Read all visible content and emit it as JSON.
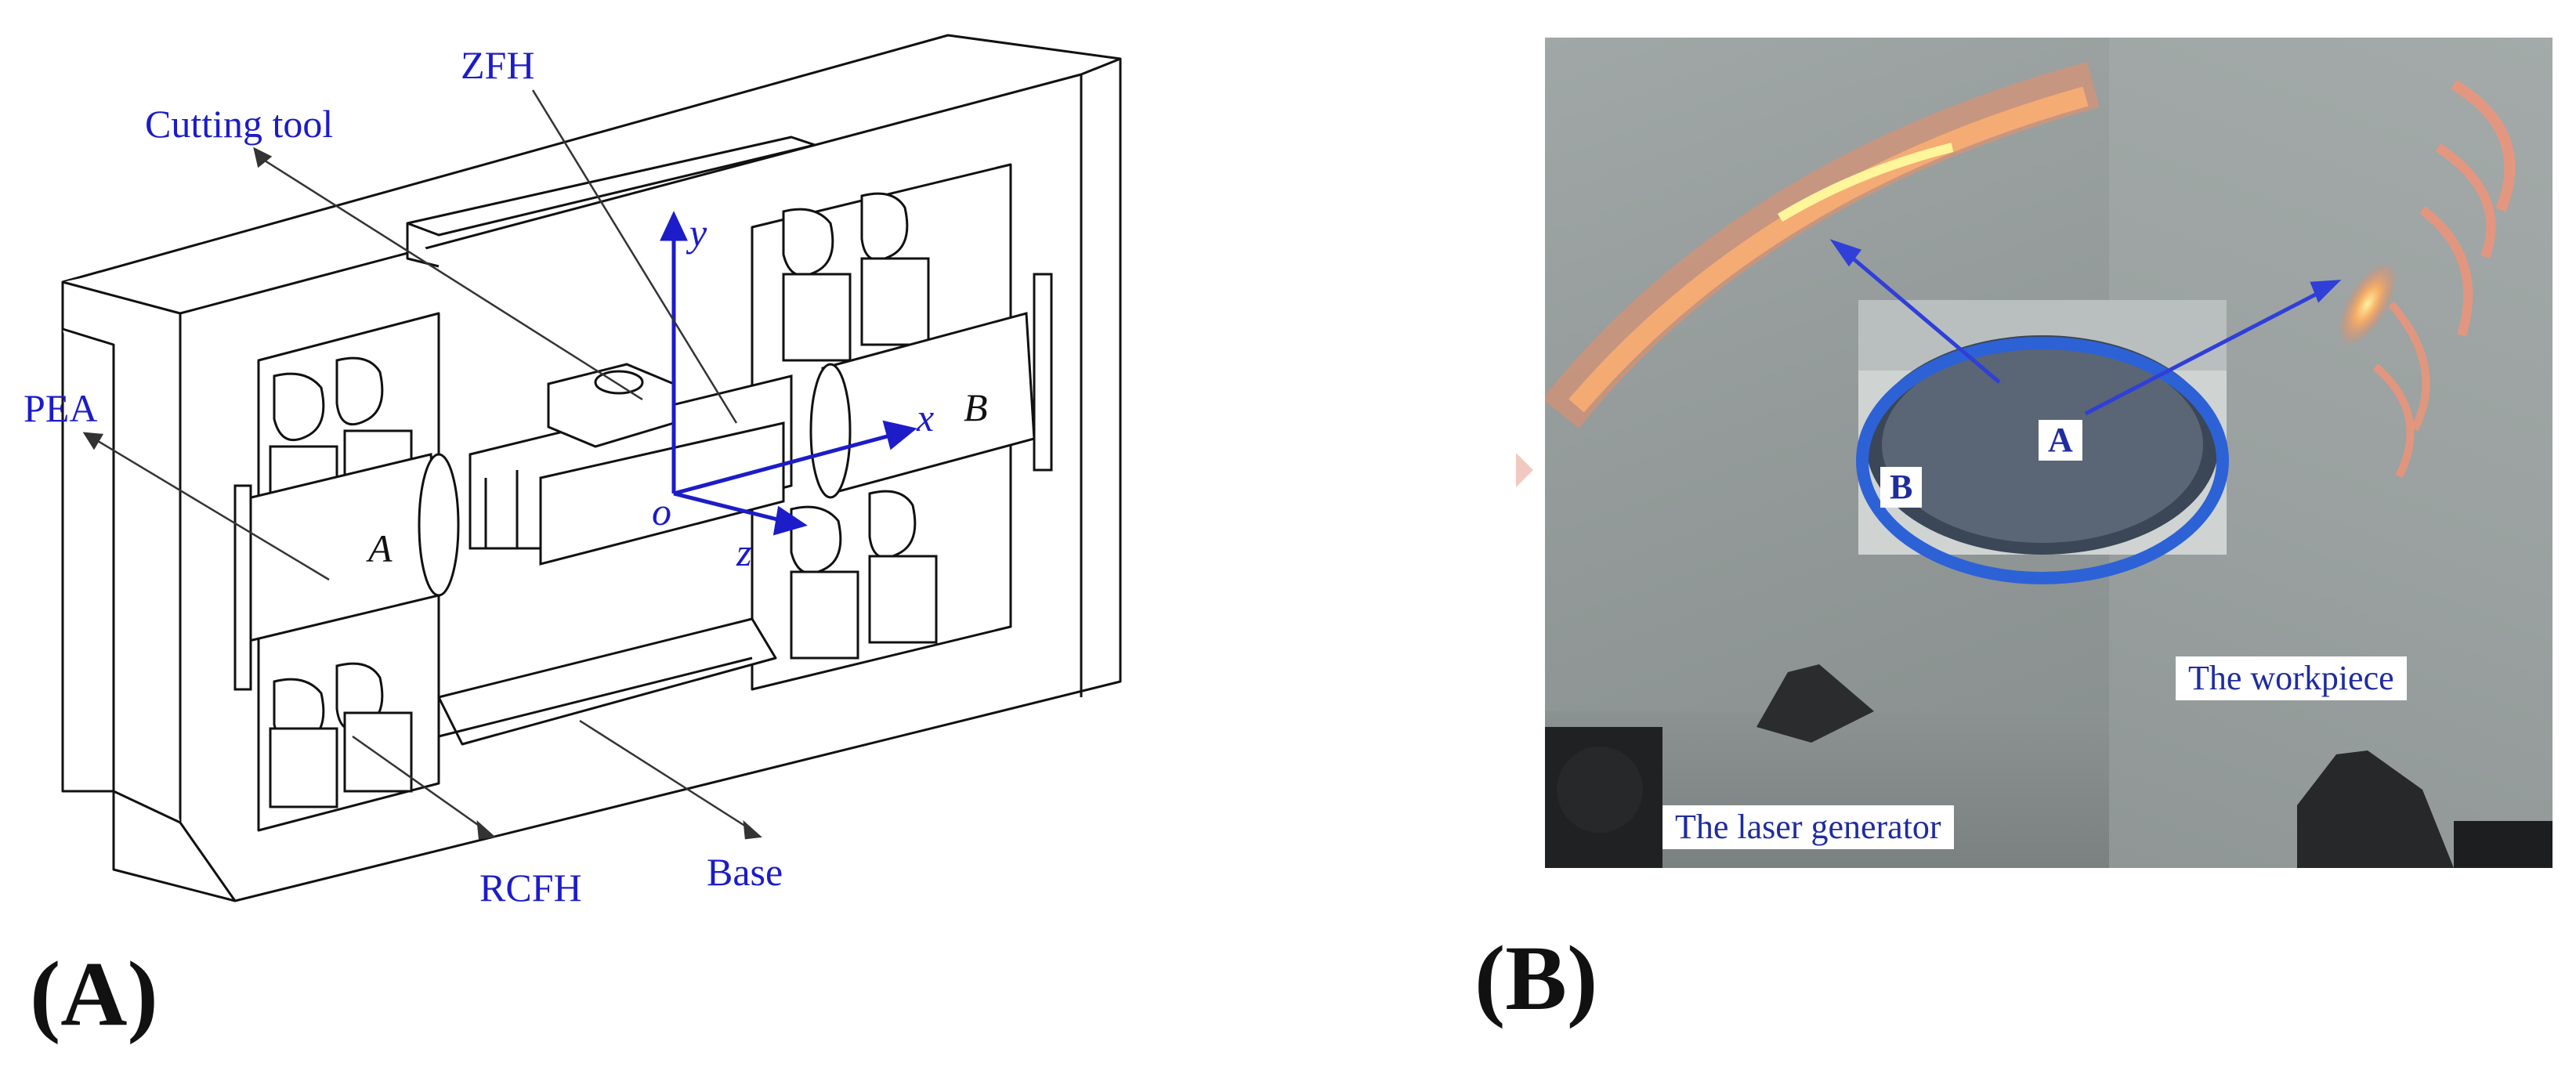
{
  "panel_a": {
    "tag": "(A)",
    "labels": {
      "zfh": "ZFH",
      "cutting_tool": "Cutting tool",
      "pea": "PEA",
      "rcfh": "RCFH",
      "base": "Base"
    },
    "axes": {
      "x": "x",
      "y": "y",
      "z": "z",
      "o": "o"
    },
    "points": {
      "a": "A",
      "b": "B"
    }
  },
  "panel_b": {
    "tag": "(B)",
    "labels": {
      "workpiece": "The workpiece",
      "laser_generator": "The laser generator"
    },
    "points": {
      "a": "A",
      "b": "B"
    }
  }
}
